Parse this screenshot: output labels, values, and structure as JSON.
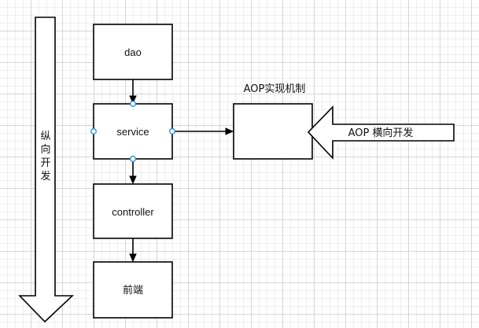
{
  "nodes": {
    "dao": "dao",
    "service": "service",
    "controller": "controller",
    "frontend": "前端",
    "aop_title": "AOP实现机制",
    "aop_box": ""
  },
  "arrows": {
    "vertical_label": [
      "纵",
      "向",
      "开",
      "发"
    ],
    "horizontal_label": "AOP 横向开发"
  }
}
